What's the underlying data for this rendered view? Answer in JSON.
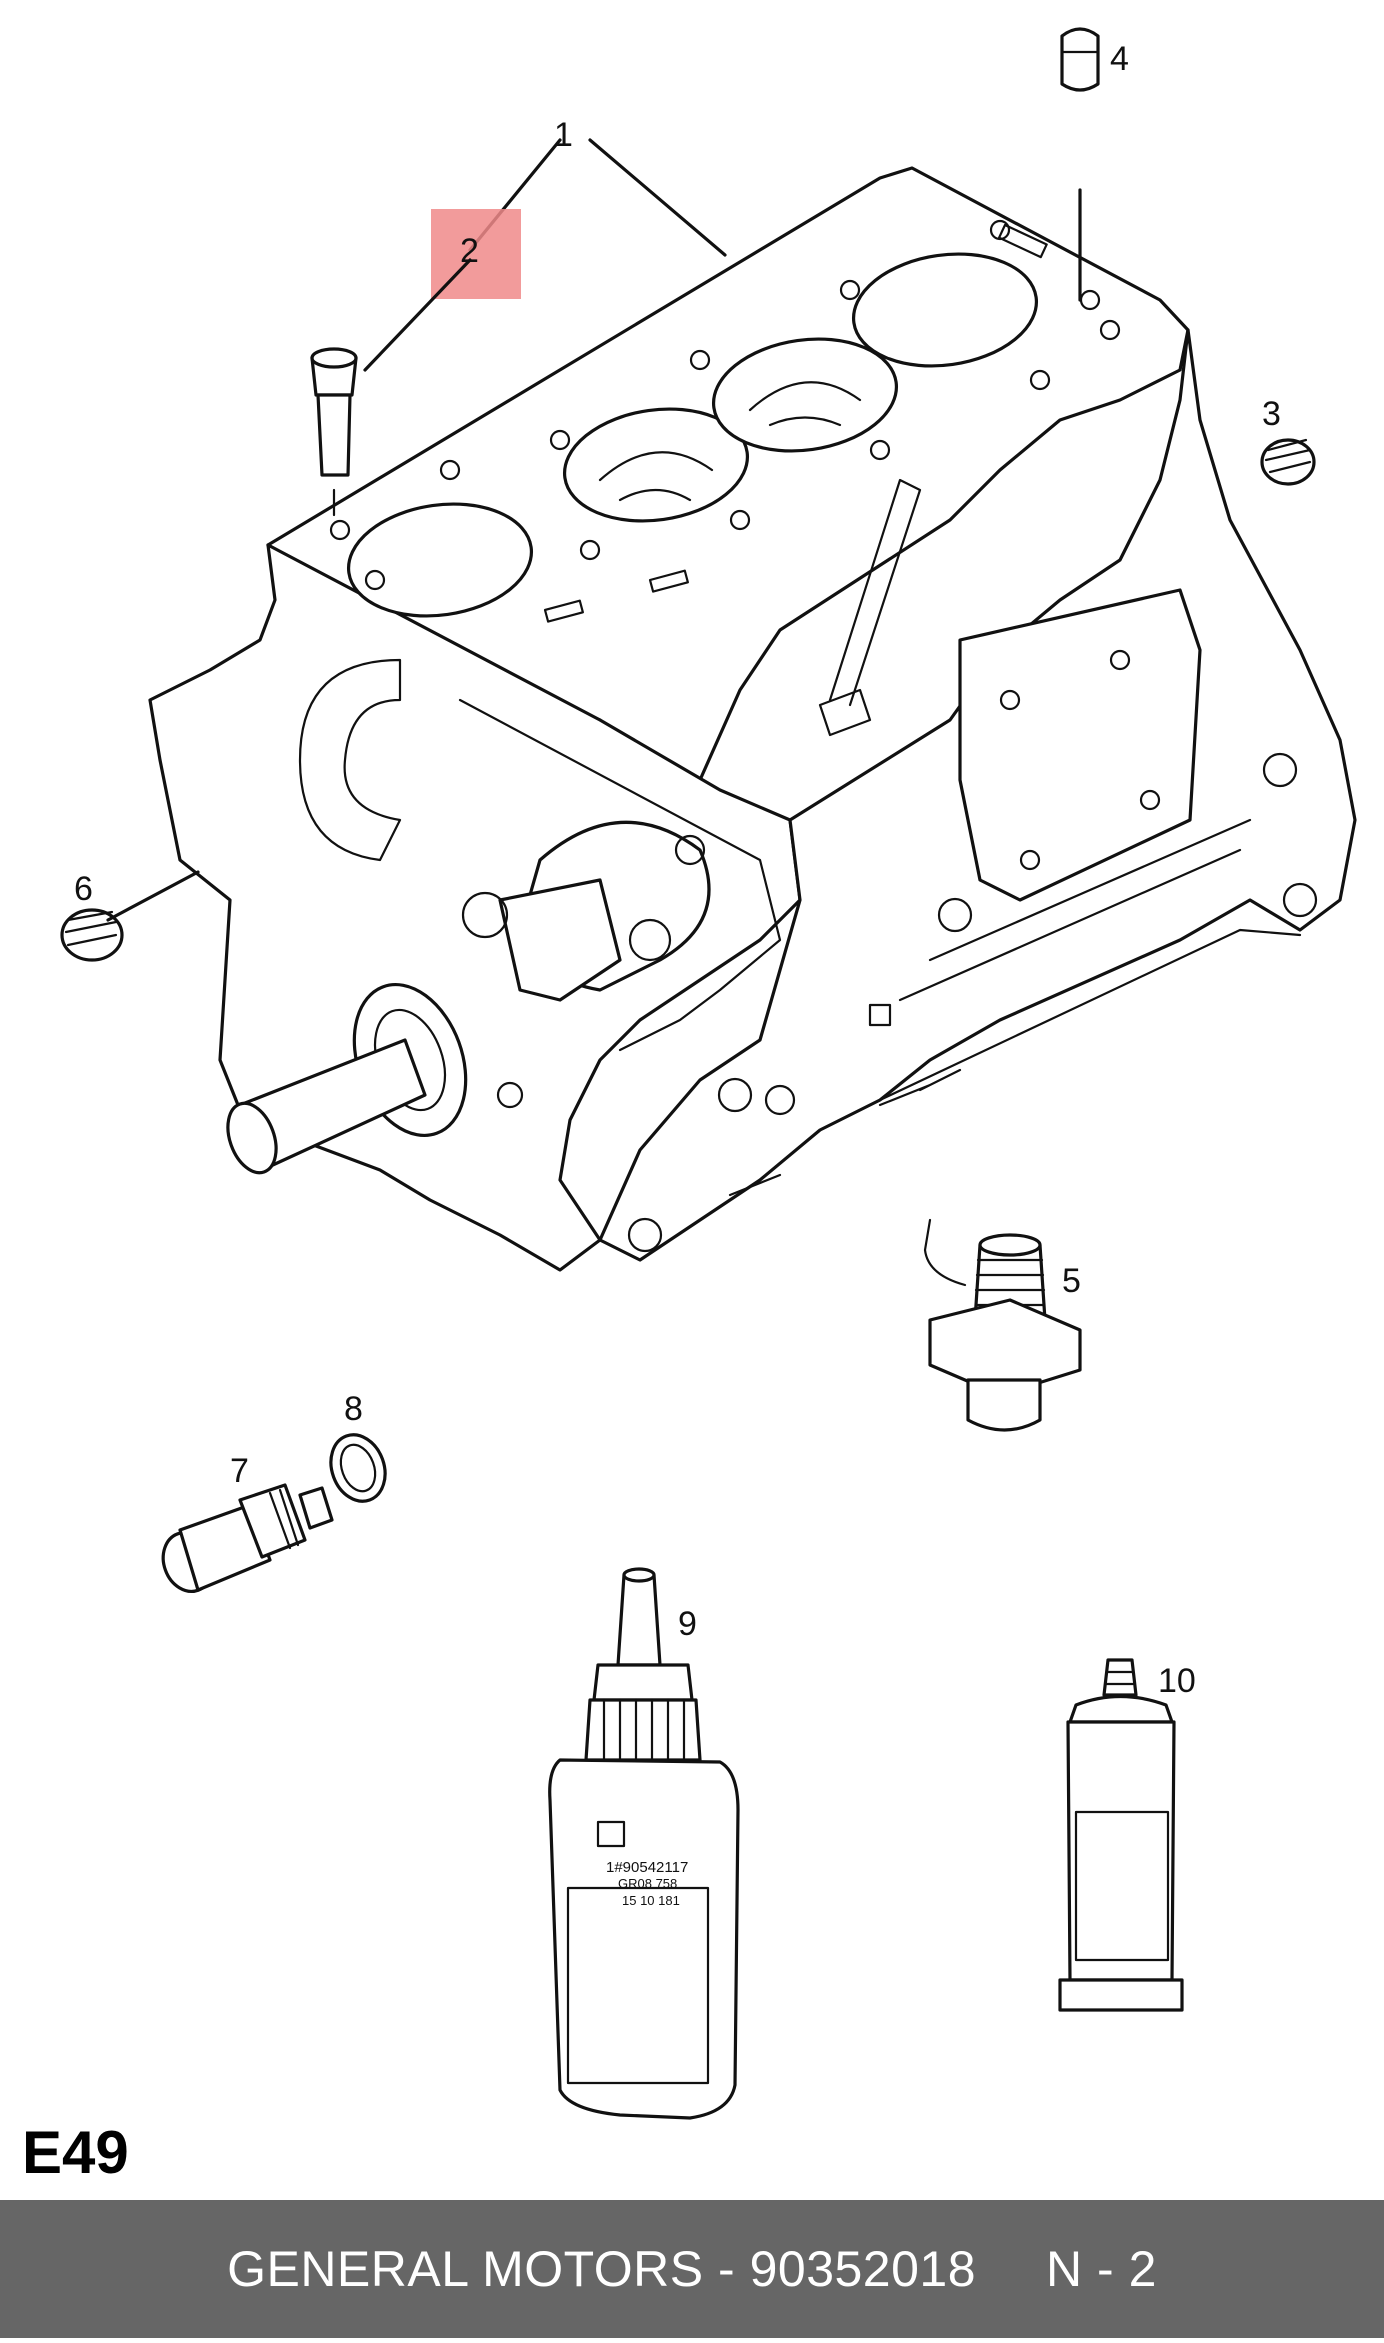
{
  "diagram": {
    "code": "E49",
    "callouts": [
      {
        "id": "1",
        "label": "1"
      },
      {
        "id": "2",
        "label": "2",
        "highlighted": true
      },
      {
        "id": "3",
        "label": "3"
      },
      {
        "id": "4",
        "label": "4"
      },
      {
        "id": "5",
        "label": "5"
      },
      {
        "id": "6",
        "label": "6"
      },
      {
        "id": "7",
        "label": "7"
      },
      {
        "id": "8",
        "label": "8"
      },
      {
        "id": "9",
        "label": "9"
      },
      {
        "id": "10",
        "label": "10"
      }
    ],
    "bottle_label": {
      "line1": "1#90542117",
      "line2": "GR08 758",
      "line3": "15 10 181"
    },
    "highlight_color": "#f08a8a"
  },
  "footer": {
    "manufacturer": "GENERAL MOTORS",
    "dash": "-",
    "part_number": "90352018",
    "page": "N - 2",
    "background_color": "#666666"
  }
}
